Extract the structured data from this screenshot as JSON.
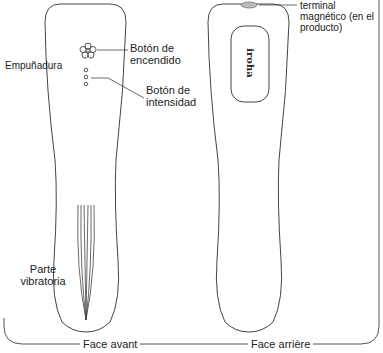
{
  "diagram": {
    "labels": [
      "Botón de encendido",
      "Botón de intensidad",
      "Empuñadura",
      "Parte vibratoria",
      "terminal magnético (en el producto)",
      "iroha",
      "Face avant",
      "Face arrière"
    ]
  }
}
